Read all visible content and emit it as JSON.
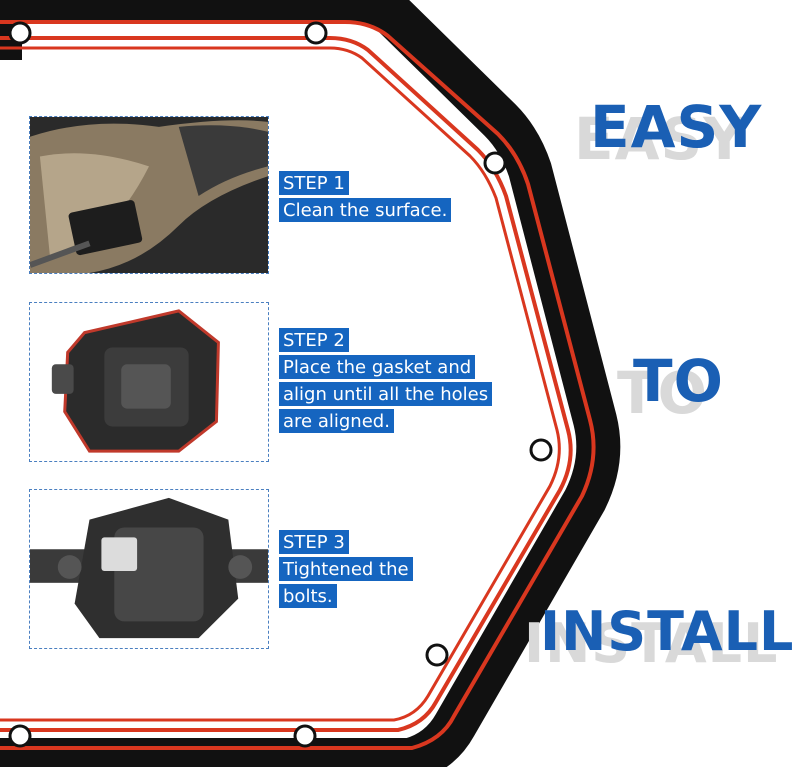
{
  "headline": {
    "words": [
      "EASY",
      "TO",
      "INSTALL"
    ]
  },
  "steps": [
    {
      "title": "STEP 1",
      "lines": [
        "Clean the surface."
      ],
      "photo": "dirty-housing-surface"
    },
    {
      "title": "STEP 2",
      "lines": [
        "Place the gasket and",
        "align until all the holes",
        "are aligned."
      ],
      "photo": "gasket-on-housing"
    },
    {
      "title": "STEP 3",
      "lines": [
        "Tightened the",
        "bolts."
      ],
      "photo": "axle-with-cover"
    }
  ],
  "colors": {
    "accent_blue": "#1565c0",
    "headline_blue": "#1a5fb4",
    "gasket_black": "#111111",
    "gasket_red": "#d9371f",
    "shadow_grey": "#d9d9d9"
  }
}
